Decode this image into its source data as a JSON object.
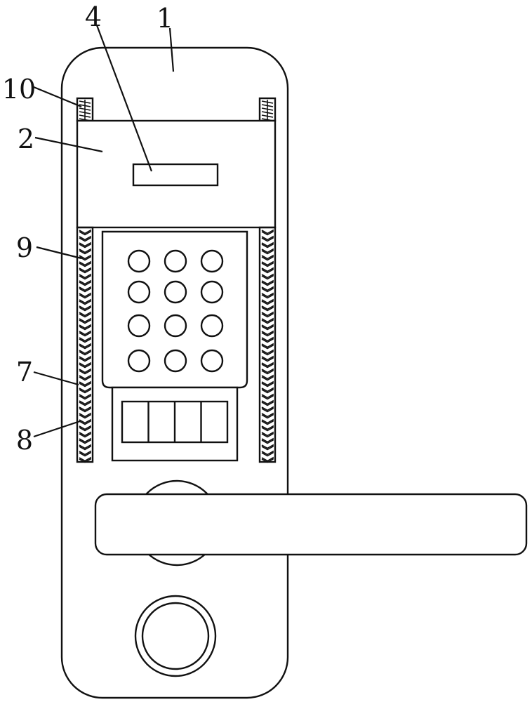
{
  "figure": {
    "labels": [
      {
        "key": "body",
        "text": "1"
      },
      {
        "key": "display-panel",
        "text": "2"
      },
      {
        "key": "display-screen",
        "text": "4"
      },
      {
        "key": "side-rail",
        "text": "7"
      },
      {
        "key": "rail-spring",
        "text": "8"
      },
      {
        "key": "guide-strip",
        "text": "9"
      },
      {
        "key": "top-spring",
        "text": "10"
      }
    ]
  }
}
